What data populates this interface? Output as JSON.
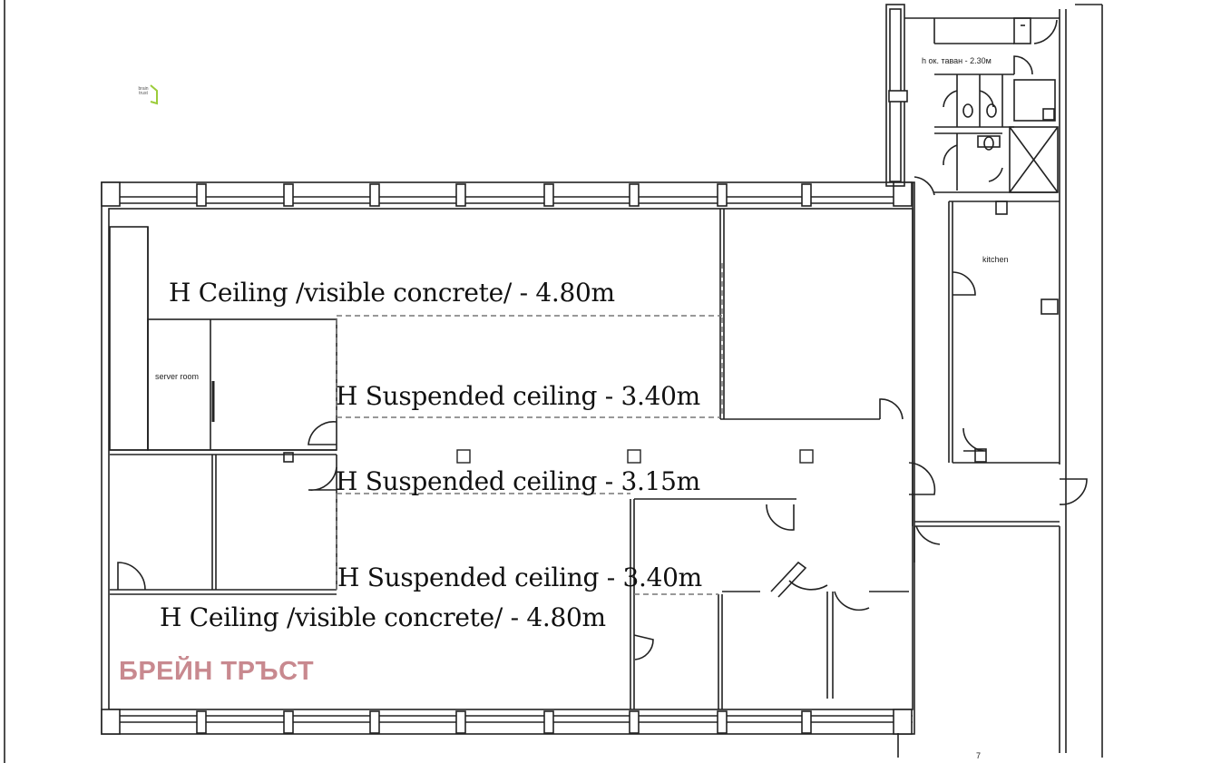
{
  "labels": {
    "ceiling_top": "H Ceiling /visible concrete/ - 4.80m",
    "suspended_1": "H Suspended ceiling  - 3.40m",
    "suspended_2": "H Suspended ceiling  - 3.15m",
    "suspended_3": "H Suspended ceiling  - 3.40m",
    "ceiling_bottom": "H Ceiling /visible concrete/ - 4.80m",
    "server_room": "server room",
    "kitchen": "kitchen",
    "wc_ceiling": "h ок. таван - 2.30м",
    "stair_mark": "7"
  },
  "watermark": {
    "text": "БРЕЙН ТРЪСТ",
    "color": "#c8898f"
  },
  "logo": {
    "line1": "brain",
    "line2": "trust",
    "color": "#9ccc3a"
  },
  "colors": {
    "wall": "#222222",
    "dashed": "#777777"
  }
}
